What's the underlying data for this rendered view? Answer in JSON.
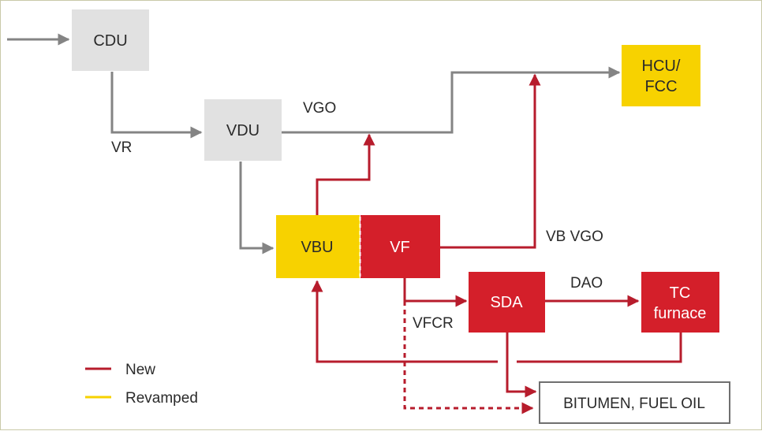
{
  "colors": {
    "existing_unit": "#e1e1e1",
    "new": "#d41f2a",
    "revamped": "#f7d200",
    "existing_line": "#848484",
    "new_line": "#b71c2c",
    "text_dark": "#2a2a2a",
    "text_white": "#ffffff"
  },
  "units": {
    "cdu": "CDU",
    "vdu": "VDU",
    "vbu": "VBU",
    "vf": "VF",
    "sda": "SDA",
    "hcu_line1": "HCU/",
    "hcu_line2": "FCC",
    "tc_line1": "TC",
    "tc_line2": "furnace",
    "output": "BITUMEN, FUEL OIL"
  },
  "streams": {
    "vr": "VR",
    "vgo": "VGO",
    "vb_vgo": "VB VGO",
    "dao": "DAO",
    "vfcr": "VFCR"
  },
  "legend": {
    "new": "New",
    "revamped": "Revamped"
  }
}
